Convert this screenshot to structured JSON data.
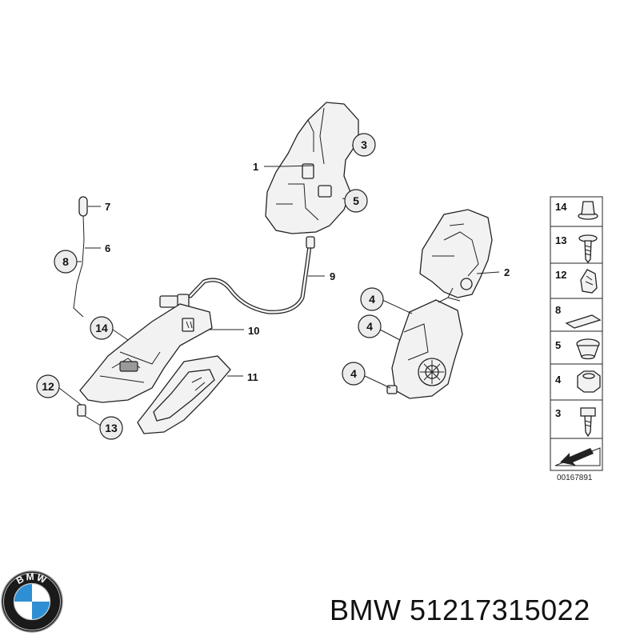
{
  "callouts": {
    "c1": "1",
    "c2": "2",
    "c3": "3",
    "c4a": "4",
    "c4b": "4",
    "c4c": "4",
    "c5": "5",
    "c6": "6",
    "c7": "7",
    "c8": "8",
    "c9": "9",
    "c10": "10",
    "c11": "11",
    "c12": "12",
    "c13": "13",
    "c14": "14"
  },
  "legend": {
    "items": [
      {
        "label": "14",
        "icon": "push-rivet-icon"
      },
      {
        "label": "13",
        "icon": "screw-icon"
      },
      {
        "label": "12",
        "icon": "clip-icon"
      },
      {
        "label": "8",
        "icon": "foam-pad-icon"
      },
      {
        "label": "5",
        "icon": "rubber-bumper-icon"
      },
      {
        "label": "4",
        "icon": "nut-icon"
      },
      {
        "label": "3",
        "icon": "bolt-icon"
      }
    ],
    "bottom_icon": "arrow-pointer-icon"
  },
  "reference_number": "00167891",
  "brand": {
    "logo_icon": "bmw-logo-icon",
    "logo_text": "BMW",
    "caption": "BMW 51217315022"
  },
  "colors": {
    "line": "#222222",
    "fill": "#f2f2f2",
    "logo_blue": "#2f8fd4",
    "logo_ring": "#1a1a1a"
  }
}
